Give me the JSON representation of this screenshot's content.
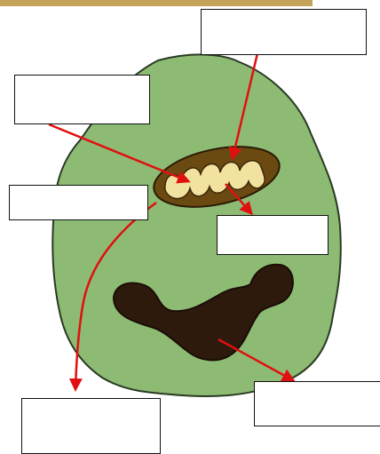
{
  "colors": {
    "cytoplasm": "#8dbb74",
    "cell_outline": "#2a3a22",
    "mitochondrion_outer": "#6b4a12",
    "mitochondrion_inner": "#f2e2a0",
    "nucleus": "#2e1a0c",
    "arrow": "#e01010",
    "top_strip": "#c4a25a"
  },
  "labels": [
    {
      "id": "box-1",
      "text": ""
    },
    {
      "id": "box-2",
      "text": ""
    },
    {
      "id": "box-3",
      "text": ""
    },
    {
      "id": "box-4",
      "text": ""
    },
    {
      "id": "box-5",
      "text": ""
    },
    {
      "id": "box-6",
      "text": ""
    }
  ]
}
